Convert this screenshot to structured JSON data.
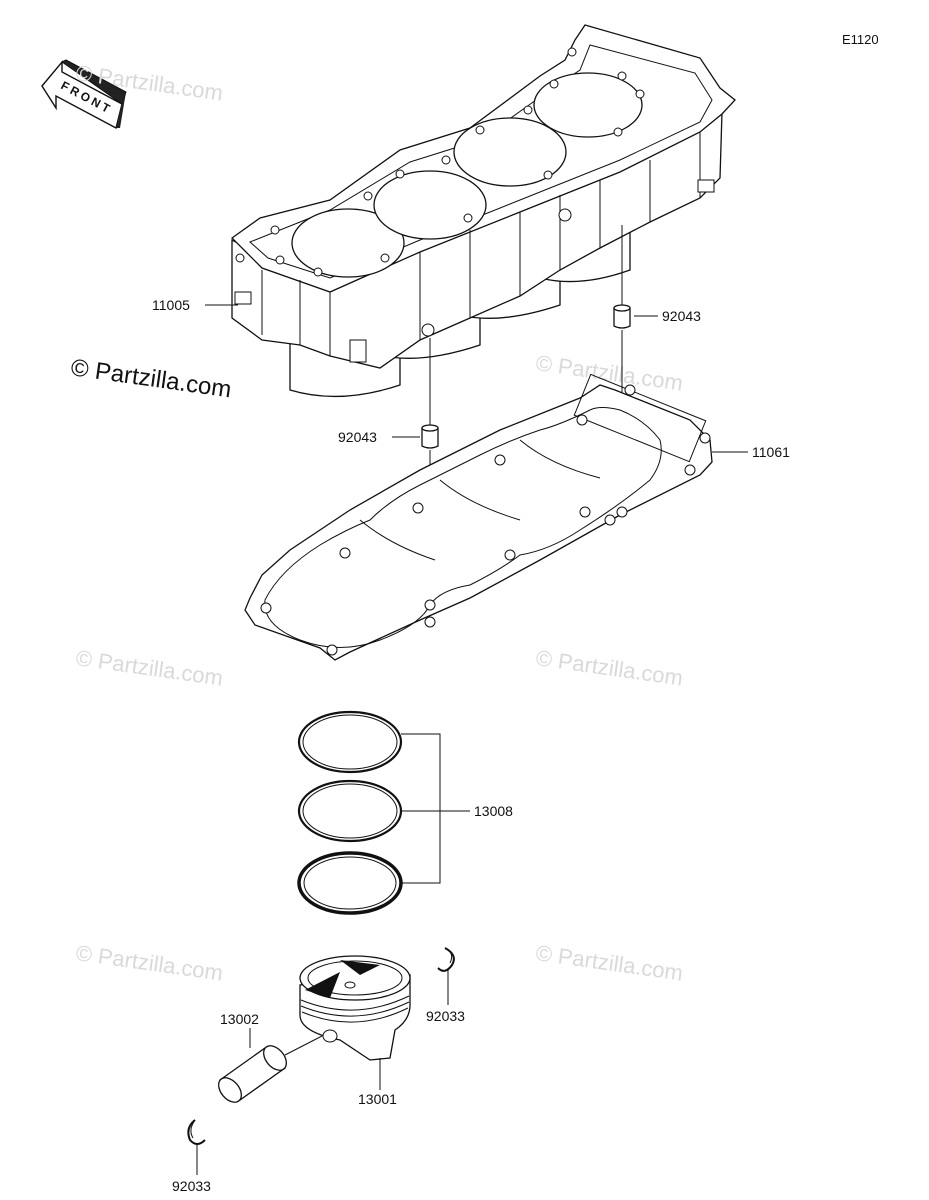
{
  "diagram_code": "E1120",
  "front_label": "FRONT",
  "watermark_main": "© Partzilla.com",
  "watermark_faint": "© Partzilla.com",
  "part_labels": {
    "cylinder": "11005",
    "dowel_pin_upper": "92043",
    "dowel_pin_lower": "92043",
    "gasket": "11061",
    "piston_rings": "13008",
    "piston_pin": "13002",
    "piston": "13001",
    "circlip_right": "92033",
    "circlip_left": "92033"
  }
}
